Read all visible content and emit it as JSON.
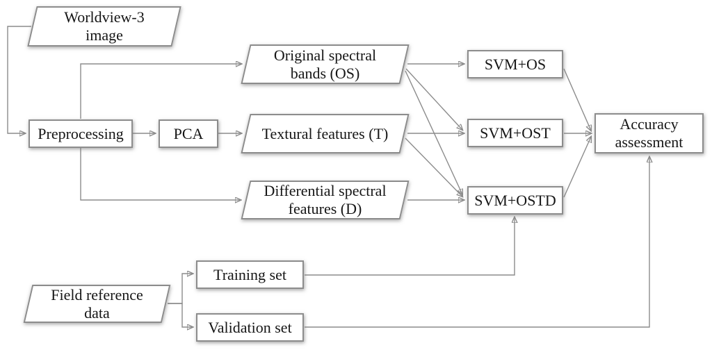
{
  "diagram": {
    "description": "Remote sensing classification workflow flowchart",
    "colors": {
      "background": "#ffffff",
      "line": "#8c8c8c",
      "box_border": "#8c8c8c",
      "box_fill": "#ffffff",
      "text": "#161616"
    },
    "nodes": {
      "worldview_image": {
        "shape": "parallelogram",
        "lines": [
          "Worldview-3",
          "image"
        ]
      },
      "preprocessing": {
        "shape": "rectangle",
        "lines": [
          "Preprocessing"
        ]
      },
      "pca": {
        "shape": "rectangle",
        "lines": [
          "PCA"
        ]
      },
      "original_spectral_bands": {
        "shape": "parallelogram",
        "lines": [
          "Original spectral",
          "bands (OS)"
        ]
      },
      "textural_features": {
        "shape": "parallelogram",
        "lines": [
          "Textural features (T)"
        ]
      },
      "differential_spectral_features": {
        "shape": "parallelogram",
        "lines": [
          "Differential spectral",
          "features (D)"
        ]
      },
      "svm_os": {
        "shape": "rectangle",
        "lines": [
          "SVM+OS"
        ]
      },
      "svm_ost": {
        "shape": "rectangle",
        "lines": [
          "SVM+OST"
        ]
      },
      "svm_ostd": {
        "shape": "rectangle",
        "lines": [
          "SVM+OSTD"
        ]
      },
      "accuracy_assessment": {
        "shape": "rectangle",
        "lines": [
          "Accuracy",
          "assessment"
        ]
      },
      "field_reference_data": {
        "shape": "parallelogram",
        "lines": [
          "Field reference",
          "data"
        ]
      },
      "training_set": {
        "shape": "rectangle",
        "lines": [
          "Training set"
        ]
      },
      "validation_set": {
        "shape": "rectangle",
        "lines": [
          "Validation set"
        ]
      }
    },
    "edges": [
      {
        "from": "worldview_image",
        "to": "preprocessing"
      },
      {
        "from": "preprocessing",
        "to": "pca"
      },
      {
        "from": "preprocessing",
        "to": "original_spectral_bands"
      },
      {
        "from": "preprocessing",
        "to": "differential_spectral_features"
      },
      {
        "from": "pca",
        "to": "textural_features"
      },
      {
        "from": "original_spectral_bands",
        "to": "svm_os"
      },
      {
        "from": "original_spectral_bands",
        "to": "svm_ost"
      },
      {
        "from": "original_spectral_bands",
        "to": "svm_ostd"
      },
      {
        "from": "textural_features",
        "to": "svm_ost"
      },
      {
        "from": "textural_features",
        "to": "svm_ostd"
      },
      {
        "from": "differential_spectral_features",
        "to": "svm_ostd"
      },
      {
        "from": "svm_os",
        "to": "accuracy_assessment"
      },
      {
        "from": "svm_ost",
        "to": "accuracy_assessment"
      },
      {
        "from": "svm_ostd",
        "to": "accuracy_assessment"
      },
      {
        "from": "field_reference_data",
        "to": "training_set"
      },
      {
        "from": "field_reference_data",
        "to": "validation_set"
      },
      {
        "from": "training_set",
        "to": "svm_ostd"
      },
      {
        "from": "validation_set",
        "to": "accuracy_assessment"
      }
    ]
  }
}
